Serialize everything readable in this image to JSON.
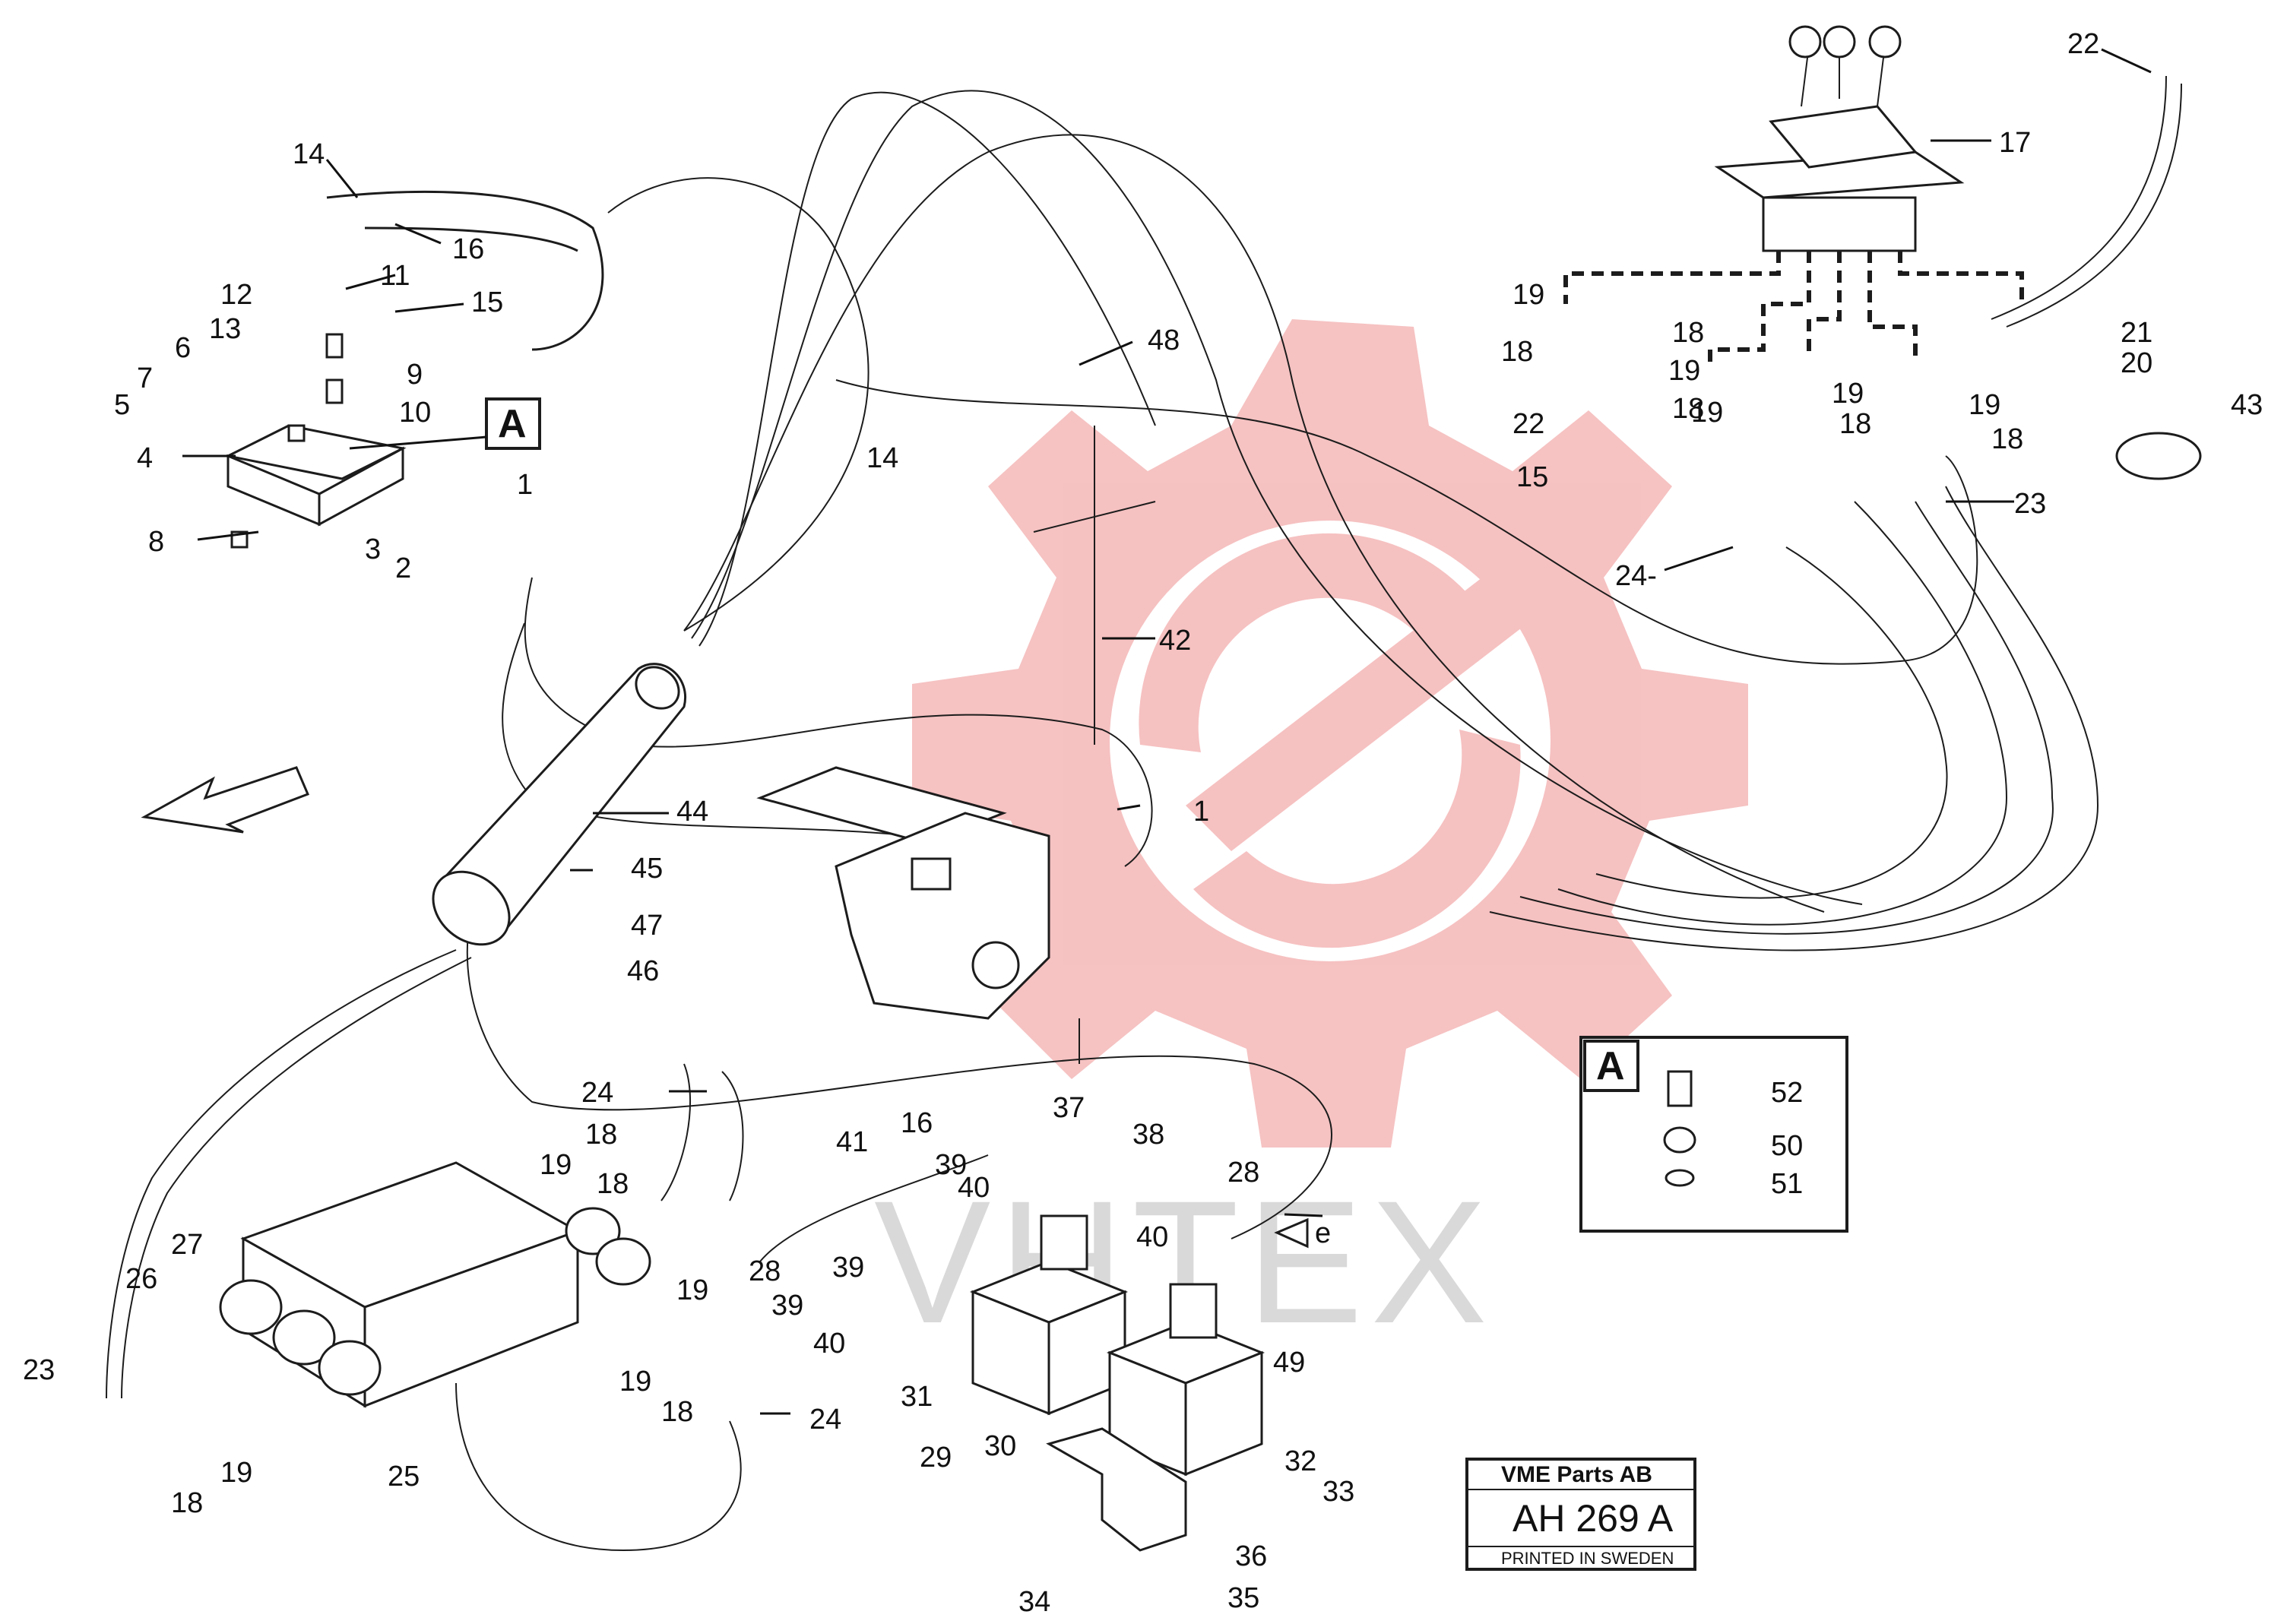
{
  "stamp": {
    "company": "VME Parts AB",
    "drawing_number": "AH 269  A",
    "printed": "PRINTED IN SWEDEN"
  },
  "view_label_main": "A",
  "view_label_inset": "A",
  "flow_marker": "e",
  "watermark": {
    "color": "#f5b7b7",
    "text_color": "#d9d9d9"
  },
  "callouts": [
    "14",
    "16",
    "11",
    "15",
    "12",
    "13",
    "6",
    "7",
    "5",
    "4",
    "8",
    "9",
    "10",
    "3",
    "2",
    "1",
    "48",
    "14",
    "17",
    "22",
    "19",
    "18",
    "18",
    "19",
    "21",
    "20",
    "19",
    "19",
    "18",
    "18",
    "19",
    "18",
    "43",
    "22",
    "15",
    "23",
    "24-",
    "42",
    "1",
    "44",
    "45",
    "47",
    "46",
    "24",
    "16",
    "18",
    "19",
    "41",
    "39",
    "37",
    "38",
    "28",
    "40",
    "39",
    "40",
    "18",
    "28",
    "19",
    "27",
    "26",
    "39",
    "40",
    "49",
    "19",
    "18",
    "24",
    "23",
    "18",
    "19",
    "25",
    "31",
    "29",
    "30",
    "32",
    "33",
    "34",
    "36",
    "35",
    "52",
    "50",
    "51"
  ]
}
